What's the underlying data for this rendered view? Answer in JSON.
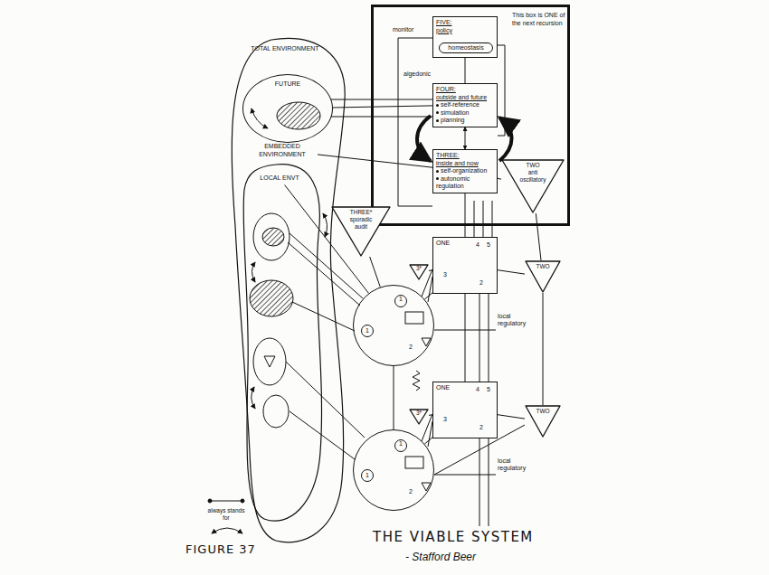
{
  "diagram": {
    "title": "THE VIABLE SYSTEM",
    "caption": "FIGURE 37",
    "nodes": [
      {
        "text": [
          "TOTAL ENVIRONMENT"
        ]
      },
      {
        "text": [
          "FUTURE"
        ],
        "in": 0
      },
      {
        "text": [
          "EMBEDDED ENVIRONMENT"
        ],
        "in": 0
      },
      {
        "text": [
          "LOCAL ENVT"
        ],
        "in": 2
      },
      {
        "text": [
          "This box is ONE of the next recursion"
        ]
      },
      {
        "text": [
          "FIVE:",
          "policy"
        ],
        "in": 4
      },
      {
        "text": [
          "homeostasis"
        ],
        "in": 5
      },
      {
        "text": [
          "FOUR:",
          "outside and future",
          "self-reference",
          "simulation",
          "planning"
        ],
        "in": 4
      },
      {
        "text": [
          "THREE:",
          "inside and now",
          "self-organization",
          "autonomic regulation"
        ],
        "in": 4
      },
      {
        "text": [
          "TWO",
          "anti oscillatory"
        ],
        "in": 4
      },
      {
        "text": [
          "THREE*",
          "sporadic audit"
        ]
      },
      {
        "text": [
          "ONE"
        ]
      },
      {
        "text": [
          "1"
        ]
      },
      {
        "text": [
          "TWO"
        ]
      },
      {
        "text": [
          "ONE"
        ]
      },
      {
        "text": [
          "1"
        ]
      },
      {
        "text": [
          "TWO"
        ]
      },
      {
        "text": [
          "3*"
        ]
      },
      {
        "text": [
          "3*"
        ]
      }
    ],
    "edges": [
      {
        "from": 7,
        "to": 1,
        "arrow": "none"
      },
      {
        "from": 8,
        "to": 2,
        "arrow": "none"
      },
      {
        "from": 5,
        "to": 7,
        "arrow": "none"
      },
      {
        "from": 7,
        "to": 8,
        "arrow": "both"
      },
      {
        "from": 8,
        "to": 9,
        "arrow": "none"
      },
      {
        "from": 8,
        "to": 11,
        "arrow": "none"
      },
      {
        "from": 9,
        "to": 13,
        "arrow": "none"
      },
      {
        "from": 13,
        "to": 16,
        "arrow": "none"
      },
      {
        "from": 13,
        "to": 11,
        "arrow": "none"
      },
      {
        "from": 16,
        "to": 14,
        "arrow": "none"
      },
      {
        "from": 11,
        "to": 12,
        "arrow": "none"
      },
      {
        "from": 14,
        "to": 15,
        "arrow": "none"
      },
      {
        "from": 11,
        "to": 14,
        "arrow": "none"
      },
      {
        "from": 12,
        "to": 15,
        "arrow": "none"
      },
      {
        "from": 10,
        "to": 12,
        "arrow": "none"
      },
      {
        "from": 17,
        "to": 11,
        "arrow": "none"
      },
      {
        "from": 18,
        "to": 14,
        "arrow": "none"
      },
      {
        "from": 12,
        "to": 3,
        "arrow": "none"
      }
    ],
    "labels": [
      "monitor",
      "algedonic",
      "4",
      "5",
      "3",
      "2",
      "4",
      "5",
      "3",
      "2",
      "1",
      "2",
      "1",
      "2",
      "local regulatory",
      "local regulatory",
      "- Stafford Beer"
    ],
    "legend": [
      {
        "text": "always stands for"
      }
    ]
  }
}
